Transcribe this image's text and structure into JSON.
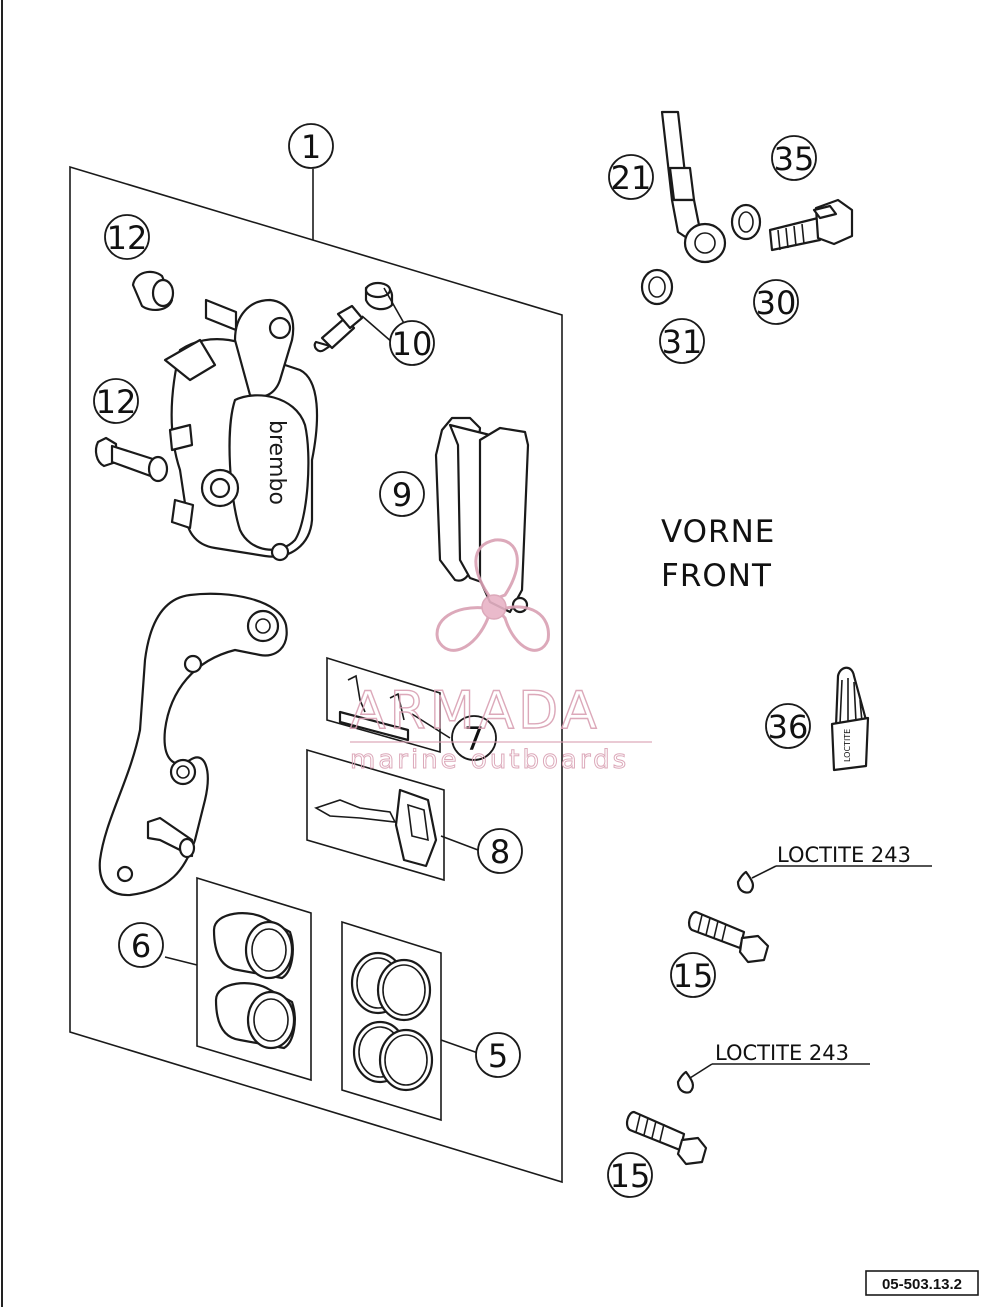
{
  "callouts": [
    "1",
    "12",
    "12",
    "10",
    "9",
    "7",
    "8",
    "6",
    "5",
    "21",
    "35",
    "30",
    "31",
    "36",
    "15",
    "15"
  ],
  "labels": {
    "vorne": "VORNE",
    "front": "FRONT"
  },
  "loctite": {
    "top": "LOCTITE 243",
    "bottom": "LOCTITE 243"
  },
  "bottle_text": "LOCTITE",
  "brand_text": "brembo",
  "watermark": {
    "name": "ARMADA",
    "tagline": "marine outboards"
  },
  "reference": "05-503.13.2"
}
